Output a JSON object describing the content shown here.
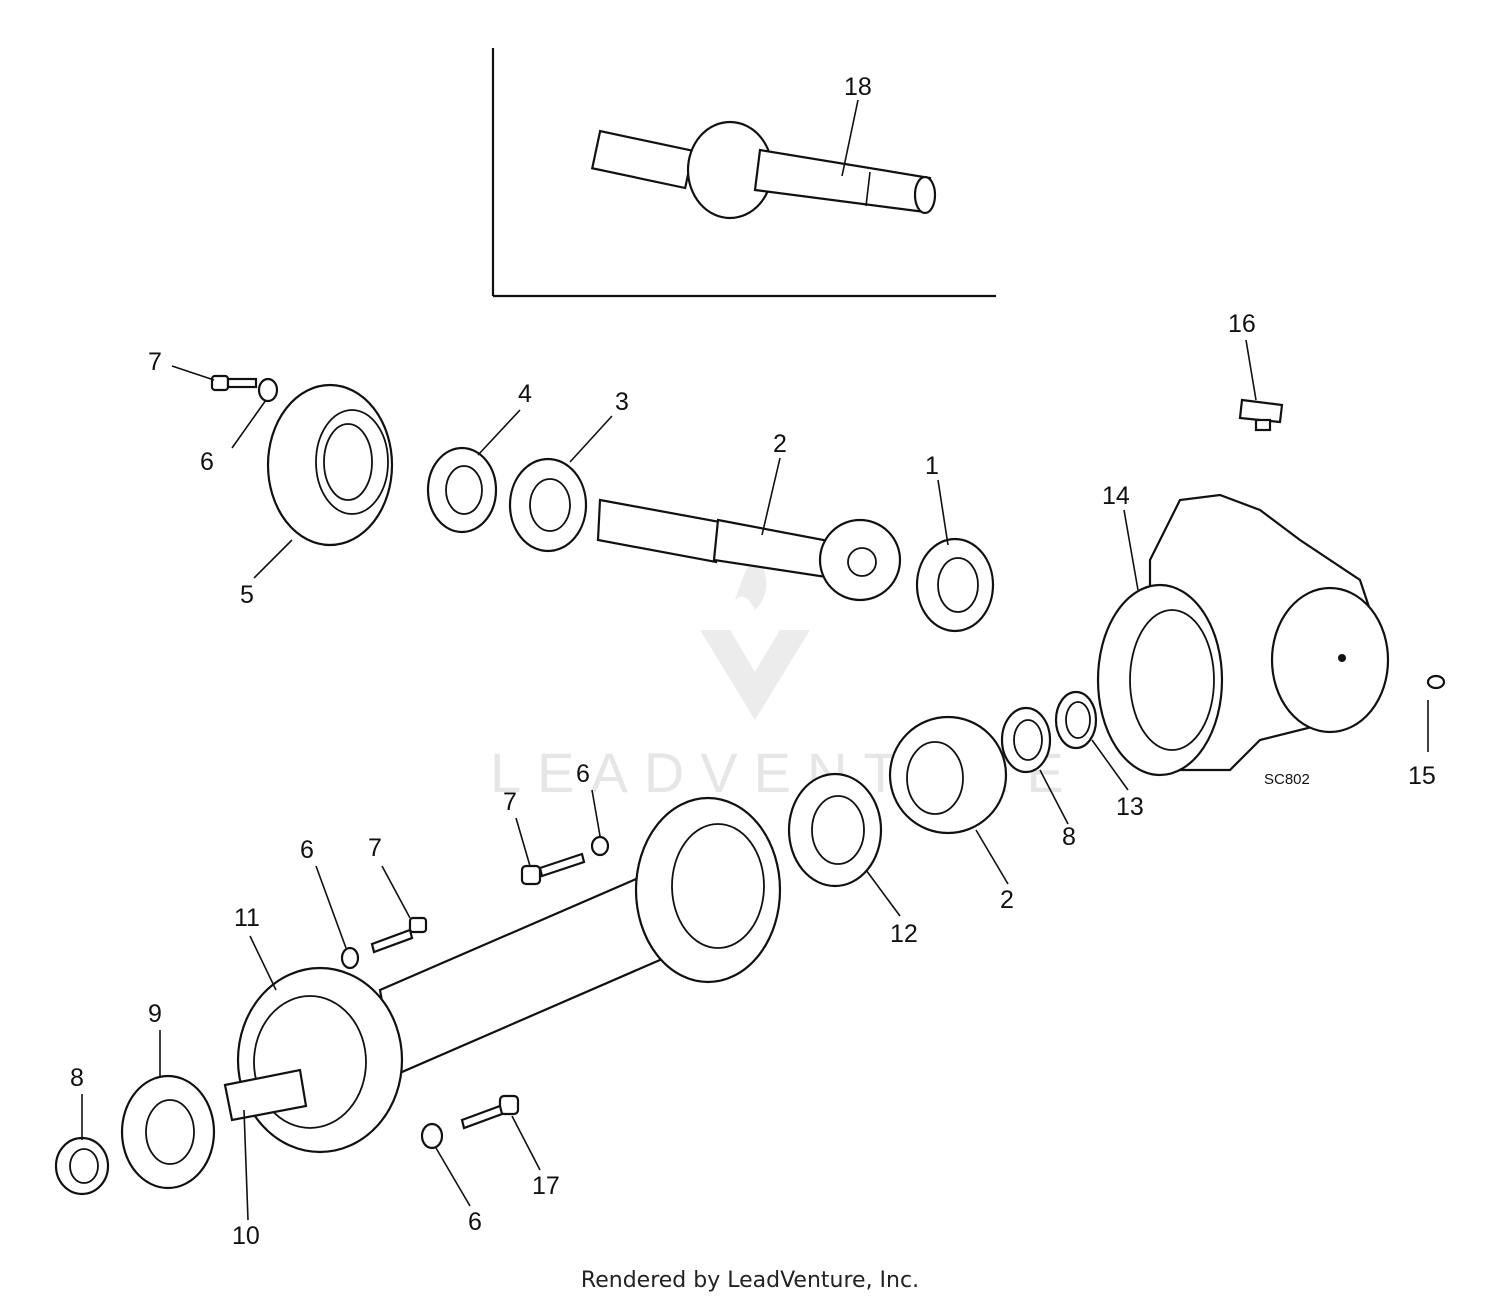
{
  "diagram": {
    "watermark": "LEADVENTURE",
    "figure_code": "SC802",
    "callouts": [
      "18",
      "16",
      "14",
      "15",
      "1",
      "2",
      "3",
      "4",
      "5",
      "6",
      "7",
      "8",
      "9",
      "10",
      "11",
      "12",
      "13",
      "17"
    ],
    "footer": "Rendered by LeadVenture, Inc."
  }
}
